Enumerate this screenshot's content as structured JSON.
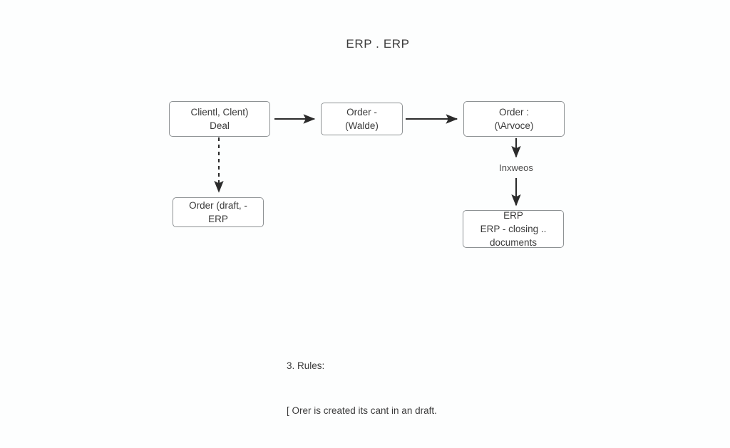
{
  "diagram": {
    "title": "ERP . ERP",
    "background_color": "#fdfefe",
    "node_border_color": "#8e9294",
    "text_color": "#3a3a3a",
    "connector_color": "#2b2b2b",
    "nodes": [
      {
        "id": "client",
        "lines": [
          "Clientl, Clent)",
          "Deal"
        ]
      },
      {
        "id": "order_walde",
        "lines": [
          "Order -",
          "(Walde)"
        ]
      },
      {
        "id": "order_arvoce",
        "lines": [
          "Order :",
          "(\\Arvoce)"
        ]
      },
      {
        "id": "order_draft",
        "lines": [
          "Order (draft, -",
          "ERP"
        ]
      },
      {
        "id": "erp_closing",
        "lines": [
          "ERP",
          "ERP - closing ..",
          "documents"
        ]
      }
    ],
    "edges": [
      {
        "from": "client",
        "to": "order_walde",
        "style": "solid",
        "label": ""
      },
      {
        "from": "order_walde",
        "to": "order_arvoce",
        "style": "solid",
        "label": ""
      },
      {
        "from": "client",
        "to": "order_draft",
        "style": "dashed",
        "label": ""
      },
      {
        "from": "order_arvoce",
        "to": "inxweos_label",
        "style": "solid",
        "label": "Inxweos"
      },
      {
        "from": "inxweos_label",
        "to": "erp_closing",
        "style": "solid",
        "label": ""
      }
    ],
    "edge_labels": {
      "inxweos": "Inxweos"
    },
    "notes": {
      "heading": "3. Rules:",
      "line1": "[ Orer is created its cant in an draft."
    }
  }
}
